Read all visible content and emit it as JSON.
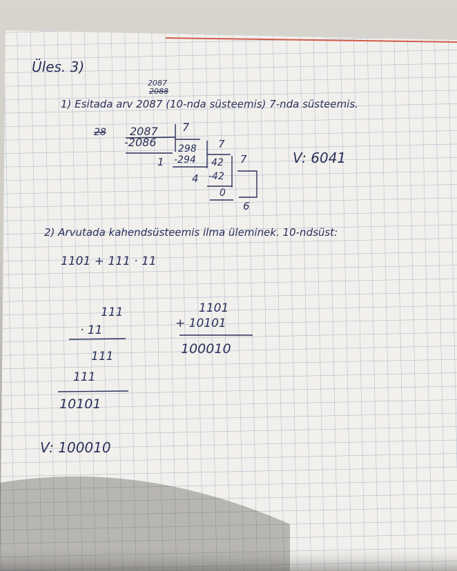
{
  "heading": "Üles. 3)",
  "task1": {
    "prompt": "1) Esitada arv 2087 (10-nda süsteemis) 7-nda süsteemis.",
    "number_above": "2087",
    "crossed_number": "2088",
    "div_dividend": "2087",
    "div_sub": "-2086",
    "div_divisor": "7",
    "div_rem1": "1",
    "q1": "298",
    "q1_sub": "-294",
    "q1_divisor": "7",
    "rem2": "4",
    "q2": "42",
    "q2_sub": "-42",
    "q2_divisor": "7",
    "rem3": "0",
    "q3": "6",
    "crossed_left": "28",
    "answer": "V: 6041"
  },
  "task2": {
    "prompt": "2) Arvutada kahendsüsteemis ilma üleminek. 10-ndsüst:",
    "expression": "1101 + 111 · 11",
    "mult_top": "111",
    "mult_factor": "· 11",
    "mult_row1": "111",
    "mult_row2": "111",
    "mult_result": "10101",
    "add_top": "1101",
    "add_bottom": "+ 10101",
    "add_result": "100010",
    "answer": "V: 100010"
  }
}
